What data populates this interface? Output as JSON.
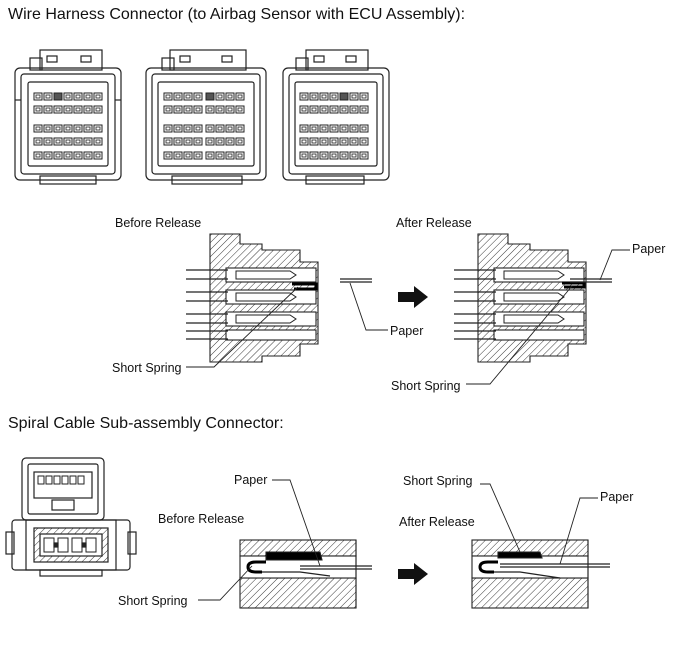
{
  "section1": {
    "heading": "Wire Harness Connector (to Airbag Sensor with ECU Assembly):",
    "before_label": "Before Release",
    "after_label": "After Release",
    "paper_label_before": "Paper",
    "paper_label_after": "Paper",
    "spring_label_before": "Short Spring",
    "spring_label_after": "Short Spring"
  },
  "section2": {
    "heading": "Spiral Cable Sub-assembly Connector:",
    "before_label": "Before Release",
    "after_label": "After Release",
    "paper_label_before": "Paper",
    "paper_label_after": "Paper",
    "spring_label_before": "Short Spring",
    "spring_label_after": "Short Spring"
  }
}
